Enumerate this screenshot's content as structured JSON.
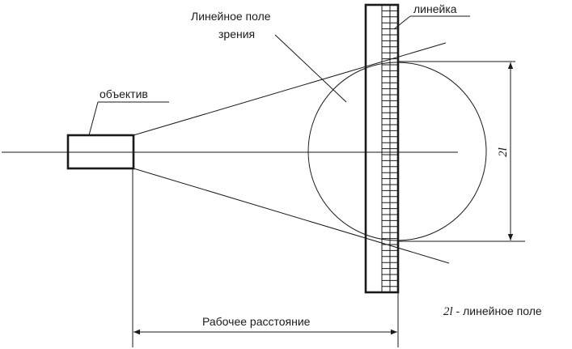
{
  "labels": {
    "field_of_view_line1": "Линейное поле",
    "field_of_view_line2": "зрения",
    "ruler": "линейка",
    "lens": "объектив",
    "dimension": "2l",
    "working_distance": "Рабочее расстояние",
    "legend_symbol": "2l",
    "legend_text": " - линейное поле"
  }
}
